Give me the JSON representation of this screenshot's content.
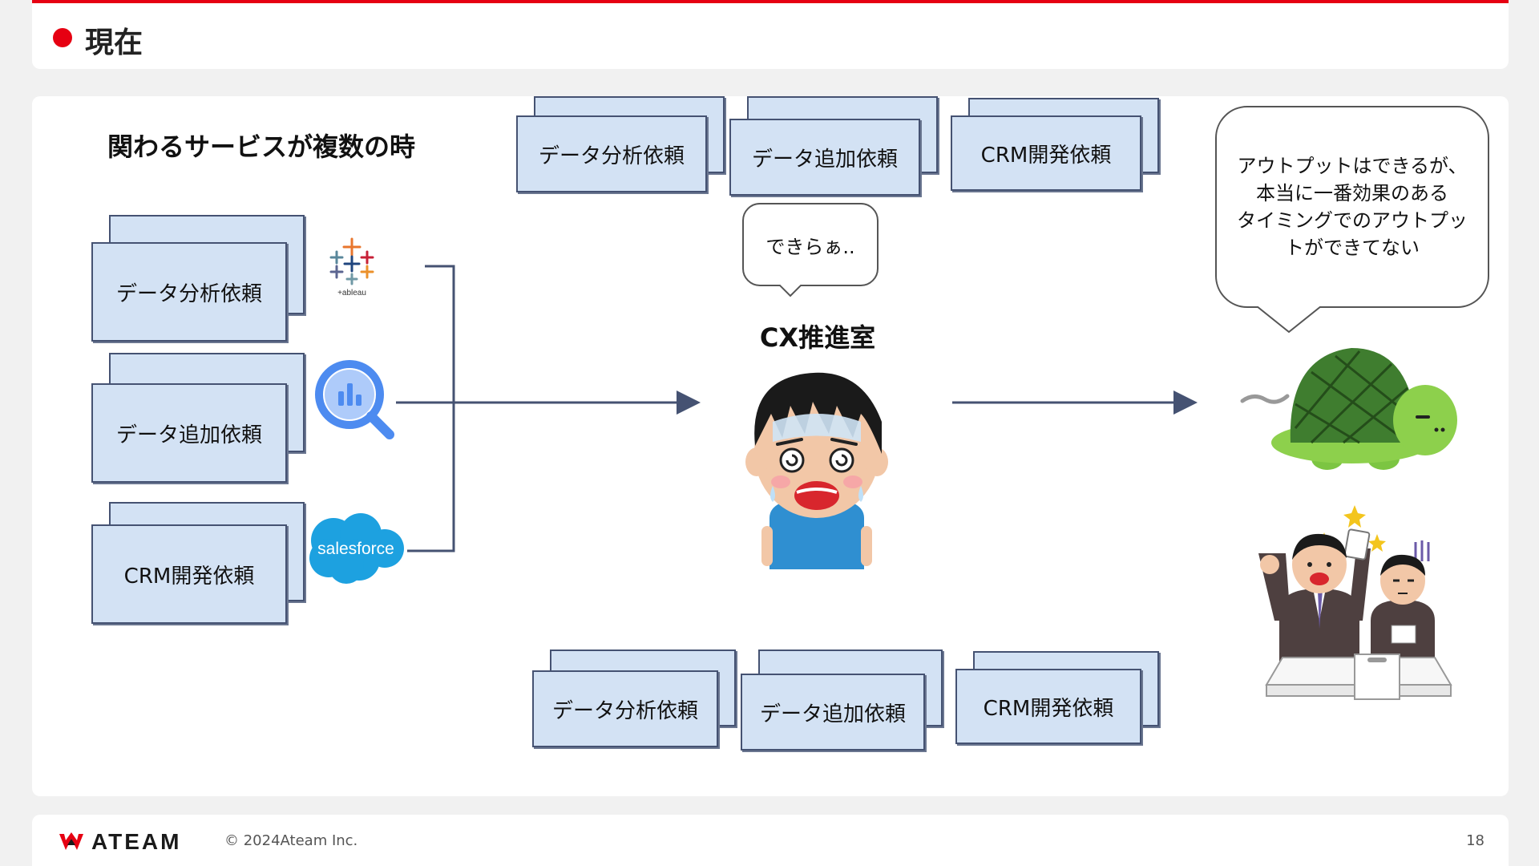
{
  "header": {
    "title": "現在",
    "accent_color": "#e60012"
  },
  "subtitle": "関わるサービスが複数の時",
  "left_cards": [
    {
      "label": "データ分析依頼"
    },
    {
      "label": "データ追加依頼"
    },
    {
      "label": "CRM開発依頼"
    }
  ],
  "top_cards": [
    {
      "label": "データ分析依頼"
    },
    {
      "label": "データ追加依頼"
    },
    {
      "label": "CRM開発依頼"
    }
  ],
  "bottom_cards": [
    {
      "label": "データ分析依頼"
    },
    {
      "label": "データ追加依頼"
    },
    {
      "label": "CRM開発依頼"
    }
  ],
  "logos": {
    "tableau_text": "+ableau",
    "salesforce_text": "salesforce"
  },
  "center": {
    "bubble": "できらぁ..",
    "label": "CX推進室"
  },
  "right": {
    "bubble_lines": [
      "アウトプットはできるが、",
      "本当に一番効果のある",
      "タイミングでのアウトプッ",
      "トができてない"
    ]
  },
  "footer": {
    "brand": "ATEAM",
    "copyright": "© 2024Ateam Inc.",
    "page": "18"
  },
  "colors": {
    "card_fill": "#d3e2f4",
    "card_border": "#455272",
    "arrow": "#455272"
  }
}
